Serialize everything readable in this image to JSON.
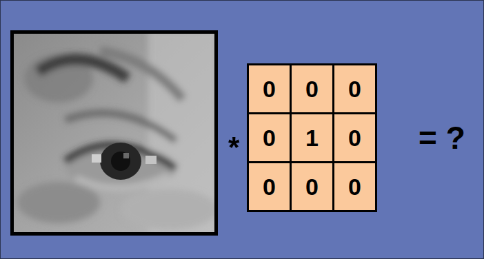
{
  "diagram": {
    "labels": [
      "*",
      "0",
      "0",
      "0",
      "0",
      "1",
      "0",
      "0",
      "0",
      "0",
      "= ?"
    ]
  }
}
